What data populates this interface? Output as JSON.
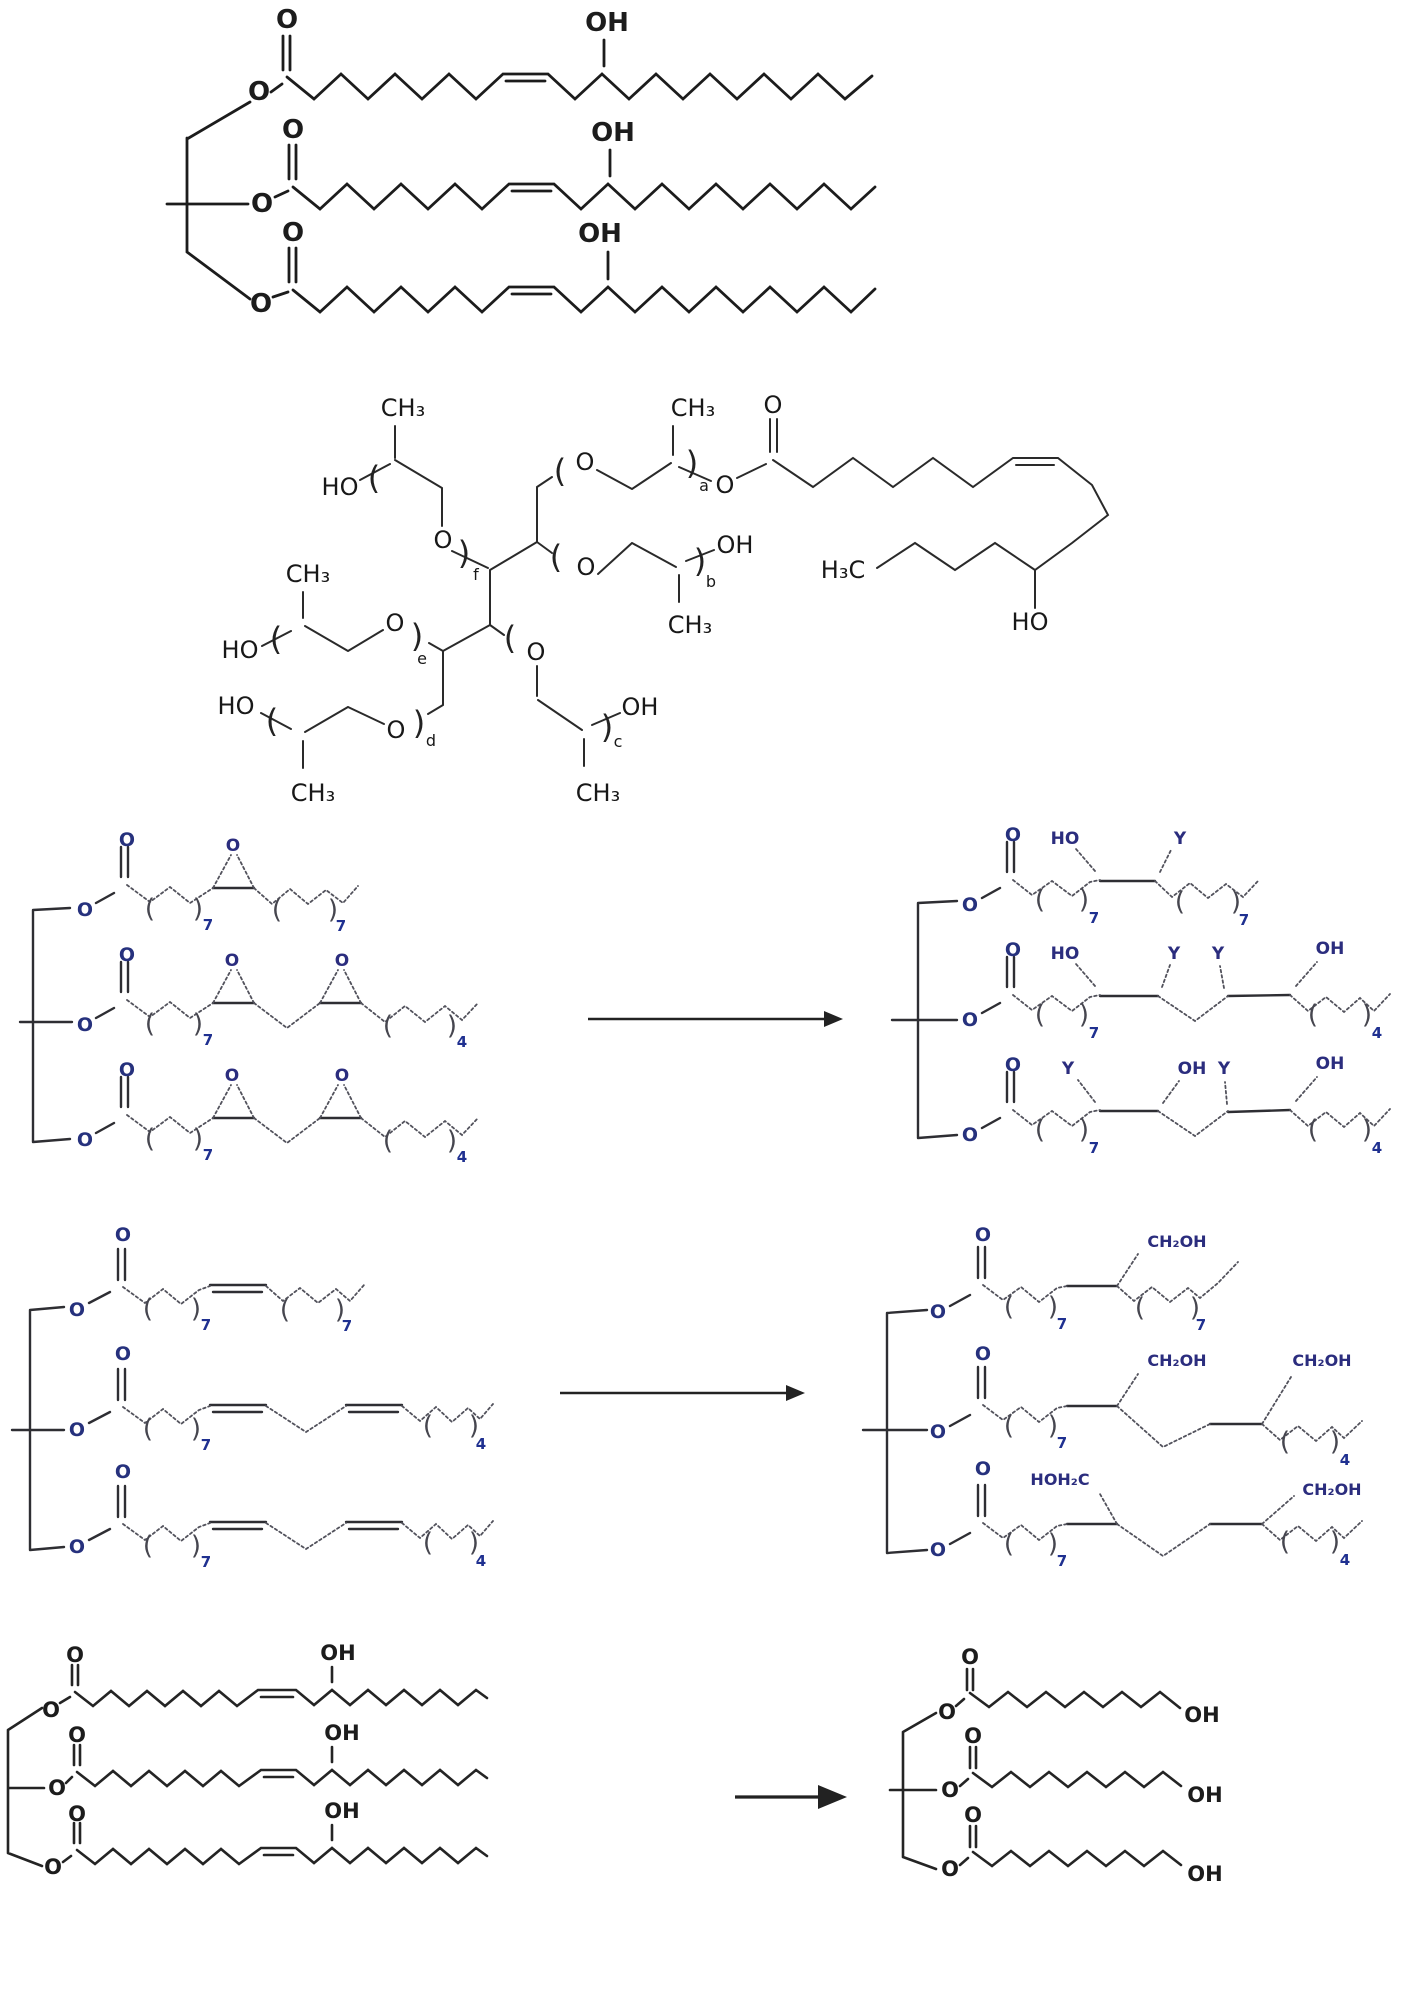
{
  "colors": {
    "background": "#ffffff",
    "ink": "#1c1c1c",
    "navy_label": "#26317d",
    "dashed_bond_gray": "#52525c"
  },
  "glyphs": {
    "O": "O",
    "OH": "OH",
    "HO": "HO",
    "CH3": "CH₃",
    "H3C": "H₃C",
    "CH2OH": "CH₂OH",
    "HOH2C": "HOH₂C",
    "Y": "Y",
    "n7": "7",
    "n4": "4",
    "a": "a",
    "b": "b",
    "c": "c",
    "d": "d",
    "e": "e",
    "f": "f",
    "lp": "(",
    "rp": ")"
  }
}
